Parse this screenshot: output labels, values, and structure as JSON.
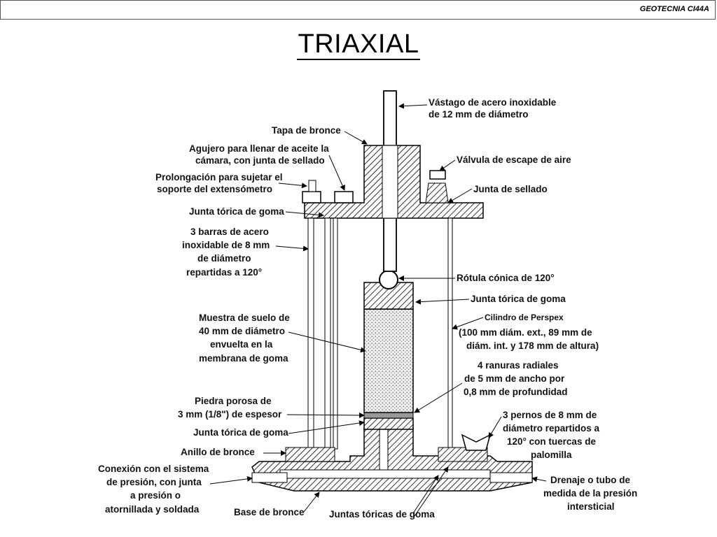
{
  "header": {
    "course": "GEOTECNIA CI44A"
  },
  "title": "TRIAXIAL",
  "labels": {
    "vastago": [
      "Vástago de acero inoxidable",
      "de 12 mm de diámetro"
    ],
    "tapa": [
      "Tapa de bronce"
    ],
    "agujero": [
      "Agujero para llenar de aceite la",
      "cámara, con junta de sellado"
    ],
    "valvula": [
      "Válvula de escape de aire"
    ],
    "prolongacion": [
      "Prolongación para sujetar el",
      "soporte del extensómetro"
    ],
    "junta_sellado": [
      "Junta de sellado"
    ],
    "junta_torica_1": [
      "Junta tórica de goma"
    ],
    "barras": [
      "3 barras de acero",
      "inoxidable de 8 mm",
      "de diámetro",
      "repartidas a 120°"
    ],
    "rotula": [
      "Rótula cónica de 120°"
    ],
    "junta_torica_2": [
      "Junta tórica de goma"
    ],
    "cilindro": [
      "Cilindro de Perspex",
      "(100 mm diám. ext., 89 mm de",
      "diám. int.  y 178 mm de altura)"
    ],
    "muestra": [
      "Muestra de suelo de",
      "40 mm de diámetro",
      "envuelta en la",
      "membrana de goma"
    ],
    "ranuras": [
      "4 ranuras radiales",
      "de 5 mm de ancho por",
      "0,8 mm de profundidad"
    ],
    "piedra": [
      "Piedra porosa de",
      "3 mm (1/8\") de espesor"
    ],
    "pernos": [
      "3 pernos de 8 mm de",
      "diámetro repartidos a",
      "120° con tuercas de",
      "palomilla"
    ],
    "junta_torica_3": [
      "Junta tórica de goma"
    ],
    "anillo": [
      "Anillo de bronce"
    ],
    "conexion": [
      "Conexión con el sistema",
      "de presión, con junta",
      "a presión o",
      "atornillada y soldada"
    ],
    "drenaje": [
      "Drenaje o tubo de",
      "medida de la presión",
      "intersticial"
    ],
    "base": [
      "Base de bronce"
    ],
    "juntas_toricas": [
      "Juntas tóricas de goma"
    ]
  }
}
